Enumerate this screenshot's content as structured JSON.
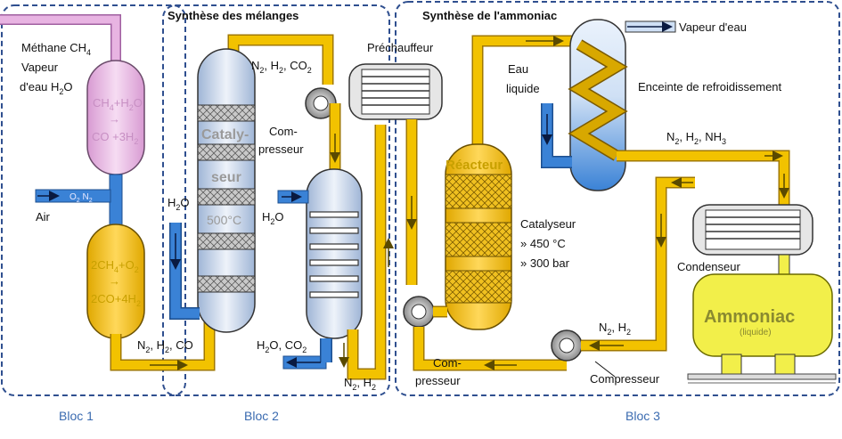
{
  "blocks": [
    {
      "label": "Bloc 1"
    },
    {
      "label": "Bloc 2"
    },
    {
      "label": "Bloc 3"
    }
  ],
  "titles": {
    "synthese_melanges": "Synthèse des mélanges",
    "synthese_ammoniac": "Synthèse de l'ammoniac"
  },
  "bloc1": {
    "inlet_methane": "Méthane CH",
    "inlet_methane_sub": "4",
    "inlet_vapeur": "Vapeur",
    "inlet_eau": "d'eau H",
    "inlet_eau_sub": "2",
    "inlet_eau_end": "O",
    "reactor_top_line1": "CH",
    "reactor_top_line1_s1": "4",
    "reactor_top_line1_b": "+H",
    "reactor_top_line1_s2": "2",
    "reactor_top_line1_c": "O",
    "reactor_top_arrow": "→",
    "reactor_top_line2": "CO +3H",
    "reactor_top_line2_sub": "2",
    "air_label": "Air",
    "air_pipe": "O",
    "air_pipe_s1": "2",
    "air_pipe_b": " N",
    "air_pipe_s2": "2",
    "reactor_bot_line1": "2CH",
    "reactor_bot_line1_s1": "4",
    "reactor_bot_line1_b": "+O",
    "reactor_bot_line1_s2": "2",
    "reactor_bot_arrow": "→",
    "reactor_bot_line2": "2CO+4H",
    "reactor_bot_line2_sub": "2",
    "outlet": "N",
    "outlet_s1": "2",
    "outlet_b": ", H",
    "outlet_s2": "2",
    "outlet_c": ", CO"
  },
  "bloc2": {
    "catalyseur_1": "Cataly-",
    "catalyseur_2": "seur",
    "temperature": "500°C",
    "h2o_in_left": "H",
    "h2o_in_left_sub": "2",
    "h2o_in_left_end": "O",
    "top_pipe": "N",
    "top_pipe_s1": "2",
    "top_pipe_b": ", H",
    "top_pipe_s2": "2",
    "top_pipe_c": ", CO",
    "top_pipe_s3": "2",
    "compresseur_1": "Com-",
    "compresseur_2": "presseur",
    "h2o_in_right": "H",
    "h2o_in_right_sub": "2",
    "h2o_in_right_end": "O",
    "outlet": "H",
    "outlet_s1": "2",
    "outlet_b": "O, CO",
    "outlet_s2": "2",
    "bottom_right": "N",
    "bottom_right_s1": "2",
    "bottom_right_b": ", H",
    "bottom_right_s2": "2"
  },
  "bloc3": {
    "prechauffeur": "Préchauffeur",
    "vapeur": "Vapeur d'eau",
    "eau_1": "Eau",
    "eau_2": "liquide",
    "enceinte": "Enceinte de refroidissement",
    "reacteur": "Réacteur",
    "catalyseur": "Catalyseur",
    "temp": "» 450 °C",
    "pression": "» 300 bar",
    "gas_top": "N",
    "gas_top_s1": "2",
    "gas_top_b": ", H",
    "gas_top_s2": "2",
    "gas_top_c": ", NH",
    "gas_top_s3": "3",
    "condenseur": "Condenseur",
    "ammoniac": "Ammoniac",
    "liquide": "(liquide)",
    "compresseur_left_1": "Com-",
    "compresseur_left_2": "presseur",
    "compresseur": "Compresseur",
    "gas_bottom": "N",
    "gas_bottom_s1": "2",
    "gas_bottom_b": ", H",
    "gas_bottom_s2": "2"
  },
  "colors": {
    "pipe_yellow": "#f2c200",
    "pipe_edge": "#a07800",
    "water_blue": "#3a82d6",
    "vessel_blue": "#c9d6ea",
    "pink": "#e8b4e2",
    "ammonia_yellow": "#f2ef4a",
    "dashed_border": "#2f4f8f",
    "arrow_olive": "#6b5a00"
  }
}
